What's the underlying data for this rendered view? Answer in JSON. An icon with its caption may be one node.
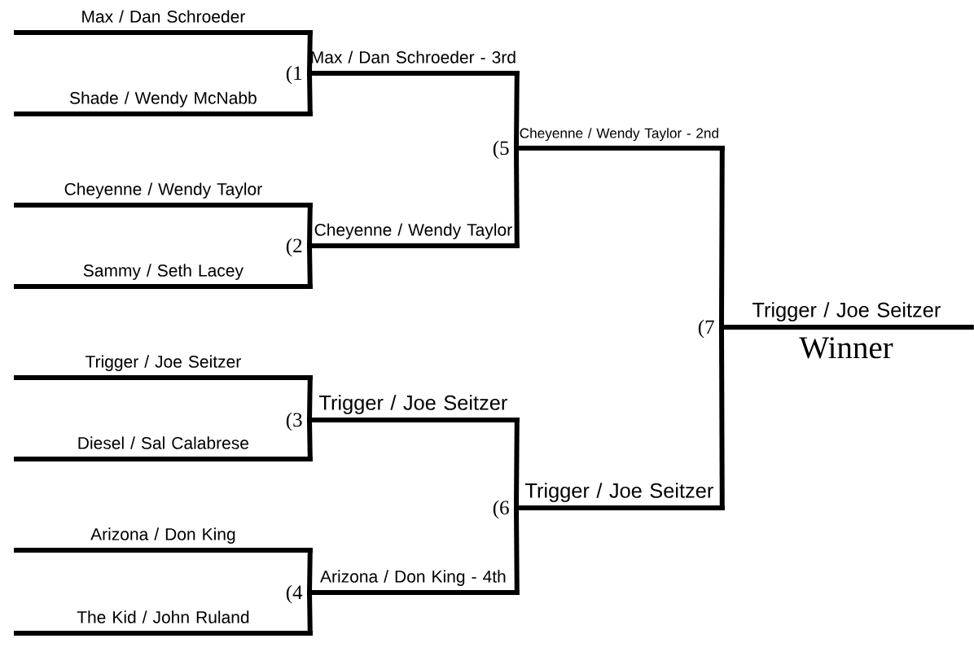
{
  "diagram": {
    "nodes": [
      {
        "text": [
          "Max / Dan Schroeder"
        ]
      },
      {
        "text": [
          "Shade / Wendy McNabb"
        ]
      },
      {
        "text": [
          "Cheyenne / Wendy Taylor"
        ]
      },
      {
        "text": [
          "Sammy / Seth Lacey"
        ]
      },
      {
        "text": [
          "Trigger / Joe Seitzer"
        ]
      },
      {
        "text": [
          "Diesel / Sal Calabrese"
        ]
      },
      {
        "text": [
          "Arizona / Don King"
        ]
      },
      {
        "text": [
          "The Kid / John Ruland"
        ]
      },
      {
        "text": [
          "Max / Dan Schroeder - 3rd"
        ],
        "beside": [
          "(1"
        ]
      },
      {
        "text": [
          "Cheyenne / Wendy Taylor"
        ],
        "beside": [
          "(2"
        ]
      },
      {
        "text": [
          "Trigger / Joe Seitzer"
        ],
        "beside": [
          "(3"
        ]
      },
      {
        "text": [
          "Arizona / Don King - 4th"
        ],
        "beside": [
          "(4"
        ]
      },
      {
        "text": [
          "Cheyenne / Wendy Taylor - 2nd"
        ],
        "beside": [
          "(5"
        ]
      },
      {
        "text": [
          "Trigger / Joe Seitzer"
        ],
        "beside": [
          "(6"
        ]
      },
      {
        "text": [
          "Trigger / Joe Seitzer"
        ],
        "beside": [
          "(7",
          "Winner"
        ]
      }
    ],
    "edges": [
      {
        "from": 0,
        "to": 8,
        "arrow": "none"
      },
      {
        "from": 1,
        "to": 8,
        "arrow": "none"
      },
      {
        "from": 2,
        "to": 9,
        "arrow": "none"
      },
      {
        "from": 3,
        "to": 9,
        "arrow": "none"
      },
      {
        "from": 4,
        "to": 10,
        "arrow": "none"
      },
      {
        "from": 5,
        "to": 10,
        "arrow": "none"
      },
      {
        "from": 6,
        "to": 11,
        "arrow": "none"
      },
      {
        "from": 7,
        "to": 11,
        "arrow": "none"
      },
      {
        "from": 8,
        "to": 12,
        "arrow": "none"
      },
      {
        "from": 9,
        "to": 12,
        "arrow": "none"
      },
      {
        "from": 10,
        "to": 13,
        "arrow": "none"
      },
      {
        "from": 11,
        "to": 13,
        "arrow": "none"
      },
      {
        "from": 12,
        "to": 14,
        "arrow": "none"
      },
      {
        "from": 13,
        "to": 14,
        "arrow": "none"
      }
    ]
  }
}
